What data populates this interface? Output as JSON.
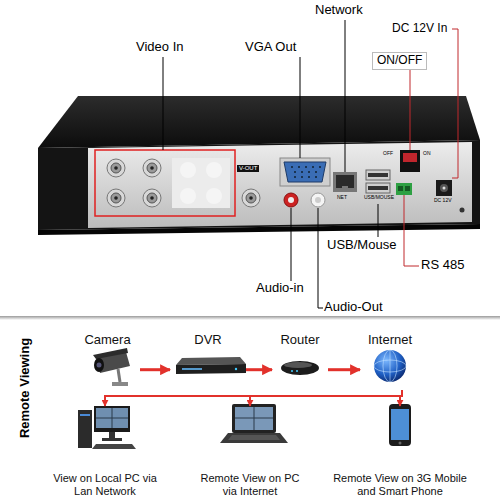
{
  "diagram": {
    "nodes": [
      {
        "text": [
          "Camera"
        ]
      },
      {
        "text": [
          "DVR"
        ]
      },
      {
        "text": [
          "Router"
        ]
      },
      {
        "text": [
          "Internet"
        ]
      },
      {
        "text": [
          "View on Local PC via Lan Network"
        ]
      },
      {
        "text": [
          "Remote View on PC via Internet"
        ]
      },
      {
        "text": [
          "Remote View on 3G Mobile and Smart Phone"
        ]
      }
    ],
    "edges": [
      {
        "from": 0,
        "to": 1,
        "arrow": "to"
      },
      {
        "from": 1,
        "to": 2,
        "arrow": "to"
      },
      {
        "from": 2,
        "to": 3,
        "arrow": "to"
      },
      {
        "from": 3,
        "to": 4,
        "arrow": "to"
      },
      {
        "from": 3,
        "to": 5,
        "arrow": "to"
      },
      {
        "from": 3,
        "to": 6,
        "arrow": "to"
      }
    ],
    "labels": [
      "Network",
      "DC 12V In",
      "Video In",
      "VGA Out",
      "ON/OFF",
      "USB/Mouse",
      "RS 485",
      "Audio-in",
      "Audio-Out",
      "V-OUT",
      "NET",
      "USB/MOUSE",
      "DC 12V",
      "OFF",
      "ON",
      "Remote Viewing"
    ]
  }
}
